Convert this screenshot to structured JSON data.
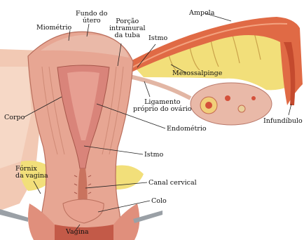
{
  "image": {
    "colors": {
      "background": "#ffffff",
      "muscle": "#e7a693",
      "muscle_dark": "#c9735e",
      "lining": "#d9847a",
      "tube": "#e06a45",
      "fat": "#f2df7a",
      "ovary": "#e9b9a8"
    }
  },
  "labels": {
    "fundo_do_utero": [
      "Fundo do",
      "útero"
    ],
    "miometrio": "Miométrio",
    "porcao_intramural": [
      "Porção",
      "intramural",
      "da tuba"
    ],
    "istmo_tuba": "Istmo",
    "ampola": "Ampola",
    "mesossalpinge": "Mesossalpinge",
    "ligamento_ovario": [
      "Ligamento",
      "próprio do ovário"
    ],
    "infundibulo": "Infundíbulo",
    "corpo": "Corpo",
    "endometrio": "Endométrio",
    "istmo_utero": "Istmo",
    "fornix": [
      "Fórnix",
      "da vagina"
    ],
    "canal_cervical": "Canal cervical",
    "colo": "Colo",
    "vagina": "Vagina"
  }
}
